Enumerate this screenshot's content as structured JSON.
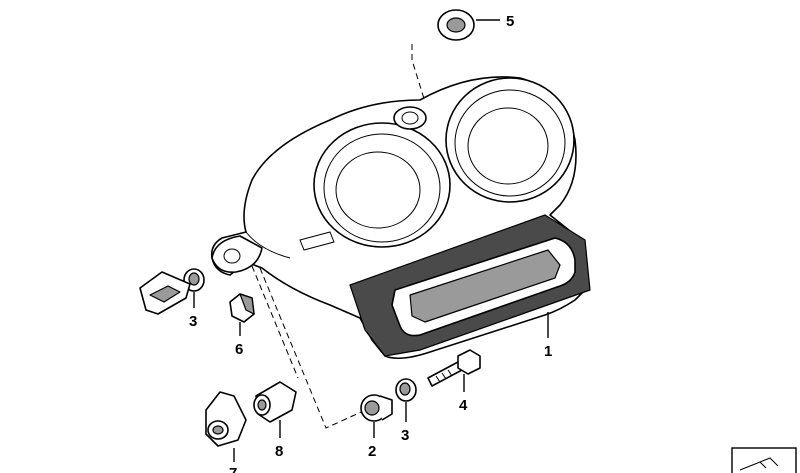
{
  "diagram": {
    "callouts": [
      {
        "id": "callout-1",
        "label": "1"
      },
      {
        "id": "callout-2",
        "label": "2"
      },
      {
        "id": "callout-3a",
        "label": "3"
      },
      {
        "id": "callout-3b",
        "label": "3"
      },
      {
        "id": "callout-4",
        "label": "4"
      },
      {
        "id": "callout-5",
        "label": "5"
      },
      {
        "id": "callout-6",
        "label": "6"
      },
      {
        "id": "callout-7",
        "label": "7"
      },
      {
        "id": "callout-8",
        "label": "8"
      }
    ]
  }
}
